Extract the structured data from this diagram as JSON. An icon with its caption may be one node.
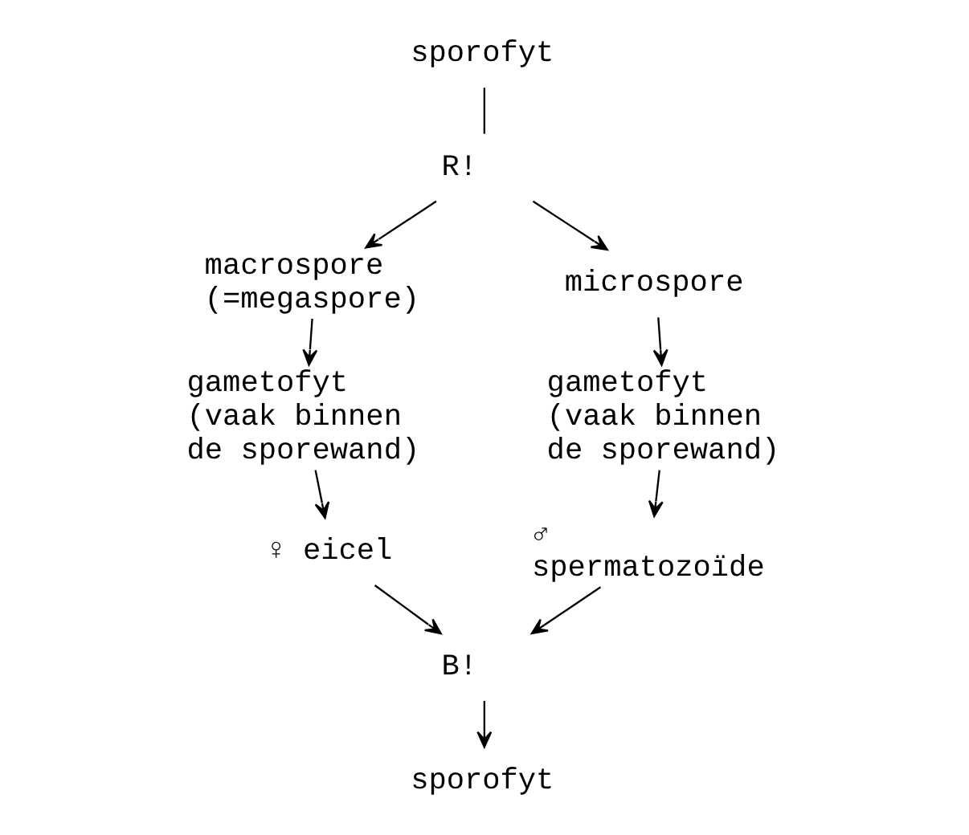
{
  "diagram": {
    "nodes": [
      {
        "text": [
          "sporofyt"
        ]
      },
      {
        "text": [
          "R!"
        ]
      },
      {
        "text": [
          "macrospore (=megaspore)"
        ]
      },
      {
        "text": [
          "microspore"
        ]
      },
      {
        "text": [
          "gametofyt (vaak binnen de sporewand)"
        ]
      },
      {
        "text": [
          "gametofyt (vaak binnen de sporewand)"
        ]
      },
      {
        "text": [
          "♀ eicel"
        ]
      },
      {
        "text": [
          "♂ spermatozoïde"
        ]
      },
      {
        "text": [
          "B!"
        ]
      },
      {
        "text": [
          "sporofyt"
        ]
      }
    ],
    "edges": [
      {
        "from": 0,
        "to": 1,
        "arrow": "none"
      },
      {
        "from": 1,
        "to": 2,
        "arrow": "to"
      },
      {
        "from": 1,
        "to": 3,
        "arrow": "to"
      },
      {
        "from": 2,
        "to": 4,
        "arrow": "to"
      },
      {
        "from": 3,
        "to": 5,
        "arrow": "to"
      },
      {
        "from": 4,
        "to": 6,
        "arrow": "to"
      },
      {
        "from": 5,
        "to": 7,
        "arrow": "to"
      },
      {
        "from": 6,
        "to": 8,
        "arrow": "to"
      },
      {
        "from": 7,
        "to": 8,
        "arrow": "to"
      },
      {
        "from": 8,
        "to": 9,
        "arrow": "to"
      }
    ]
  }
}
